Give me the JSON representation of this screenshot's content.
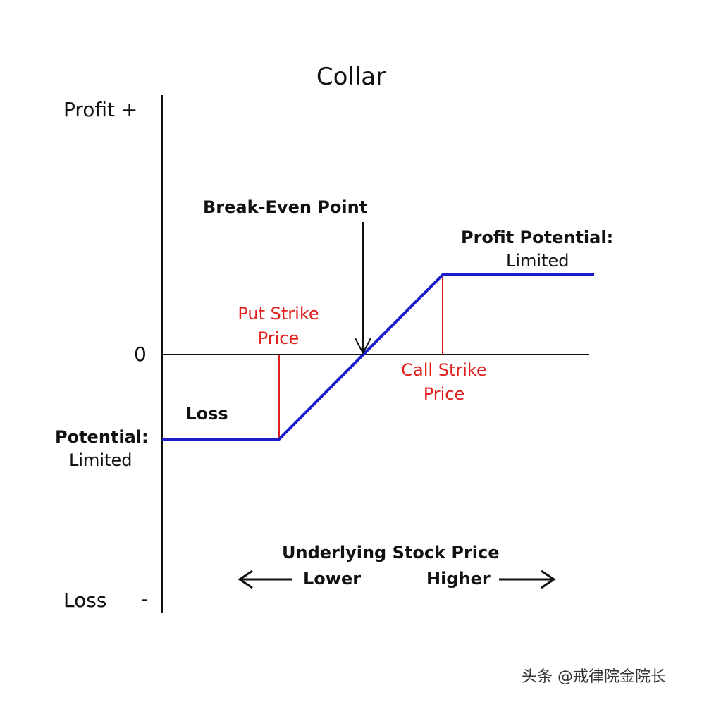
{
  "title": "Collar",
  "y_axis": {
    "top_label": "Profit  +",
    "zero_label": "0",
    "bottom_label": "Loss",
    "bottom_sign": "-"
  },
  "break_even": {
    "label": "Break-Even Point"
  },
  "profit_potential": {
    "line1": "Profit Potential:",
    "line2": "Limited"
  },
  "loss_potential": {
    "line1": "Loss",
    "line2": "Potential:",
    "line3": "Limited"
  },
  "put_strike": {
    "line1": "Put Strike",
    "line2": "Price"
  },
  "call_strike": {
    "line1": "Call Strike",
    "line2": "Price"
  },
  "x_axis": {
    "label": "Underlying Stock Price",
    "lower": "Lower",
    "higher": "Higher"
  },
  "watermark": "头条 @戒律院金院长",
  "colors": {
    "payoff_line": "#1c1ccc",
    "strike_lines": "#e0201c",
    "axes": "#111111"
  }
}
